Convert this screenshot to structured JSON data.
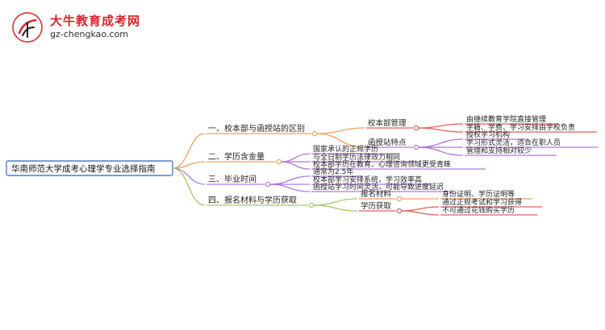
{
  "branding": {
    "title": "大牛教育成考网",
    "url": "gz-chengkao.com"
  },
  "colors": {
    "orange": "#f0a060",
    "purple": "#b07ad8",
    "red": "#e0605a",
    "rootBlue": "#4c7fc8",
    "green": "#a7c76a",
    "gray": "#b8b8b8"
  },
  "mindmap": {
    "root": "华南师范大学成考心理学专业选择指南",
    "branches": [
      {
        "label": "一、校本部与函授站的区别",
        "children": [
          {
            "label": "校本部管理",
            "children": [
              "由继续教育学院直接管理",
              "学籍、学费、学习安排由学校负责"
            ]
          },
          {
            "label": "函授站特点",
            "children": [
              "授权学习机构",
              "学习形式灵活，适合在职人员",
              "管理和支持相对较少"
            ]
          }
        ]
      },
      {
        "label": "二、学历含金量",
        "children": [
          "国家承认的正规学历",
          "与全日制学历法律效力相同",
          "校本部学历在教育、心理咨询领域更受青睐"
        ]
      },
      {
        "label": "三、毕业时间",
        "children": [
          "通常为2.5年",
          "校本部学习安排系统，学习效率高",
          "函授站学习时间灵活，可能导致进度延迟"
        ]
      },
      {
        "label": "四、报名材料与学历获取",
        "children": [
          {
            "label": "报名材料",
            "children": [
              "身份证明、学历证明等"
            ]
          },
          {
            "label": "学历获取",
            "children": [
              "通过正规考试和学习获得",
              "不可通过花钱购买学历"
            ]
          }
        ]
      }
    ]
  }
}
